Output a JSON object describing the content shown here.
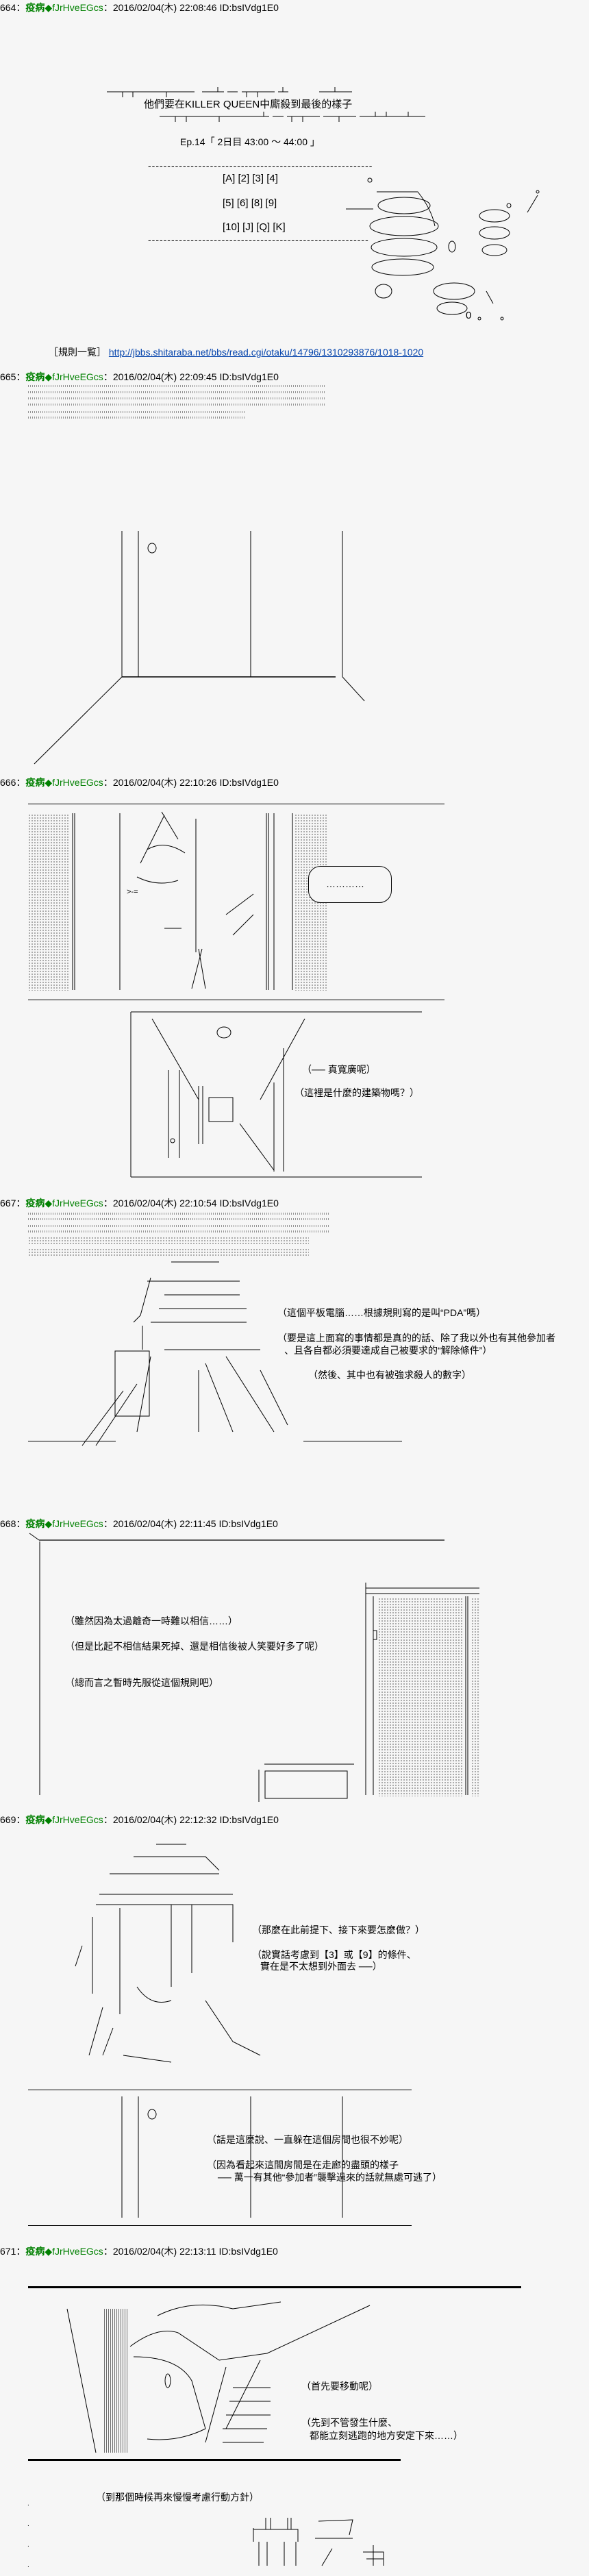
{
  "common": {
    "name": "疫病",
    "trip": "◆fJrHveEGcs",
    "id": "ID:bsIVdg1E0",
    "sep": "："
  },
  "posts": [
    {
      "num": "664",
      "date": "2016/02/04(木) 22:08:46"
    },
    {
      "num": "665",
      "date": "2016/02/04(木) 22:09:45"
    },
    {
      "num": "666",
      "date": "2016/02/04(木) 22:10:26"
    },
    {
      "num": "667",
      "date": "2016/02/04(木) 22:10:54"
    },
    {
      "num": "668",
      "date": "2016/02/04(木) 22:11:45"
    },
    {
      "num": "669",
      "date": "2016/02/04(木) 22:12:32"
    },
    {
      "num": "671",
      "date": "2016/02/04(木) 22:13:11"
    }
  ],
  "p664": {
    "title": "他們要在KILLER QUEEN中廝殺到最後的樣子",
    "episode": "Ep.14「 2日目 43:00 ～ 44:00 」",
    "cards_row1": "[A]  [2]  [3]  [4]",
    "cards_row2": "[5]  [6]  [8]  [9]",
    "cards_row3": "[10]  [J]  [Q]  [K]",
    "rules_label": "［規則一覧］",
    "rules_url": "http://jbbs.shitaraba.net/bbs/read.cgi/otaku/14796/1310293876/1018-1020"
  },
  "p666": {
    "bubble": "…………",
    "line1": "（── 真寬廣呢）",
    "line2": "（這裡是什麼的建築物嗎？）"
  },
  "p667": {
    "line1": "（這個平板電腦……根據規則寫的是叫“PDA”嗎）",
    "line2a": "（要是這上面寫的事情都是真的的話、除了我以外也有其他參加者",
    "line2b": "、且各自都必須要達成自己被要求的“解除條件”）",
    "line3": "（然後、其中也有被強求殺人的數字）"
  },
  "p668": {
    "line1": "（雖然因為太過離奇一時難以相信……）",
    "line2": "（但是比起不相信結果死掉、還是相信後被人笑要好多了呢）",
    "line3": "（總而言之暫時先服從這個規則吧）"
  },
  "p669": {
    "line1": "（那麼在此前提下、接下來要怎麼做？）",
    "line2a": "（說實話考慮到【3】或【9】的條件、",
    "line2b": "實在是不太想到外面去 ──）",
    "line3": "（話是這麼說、一直躲在這個房間也很不妙呢）",
    "line4a": "（因為看起來這間房間是在走廊的盡頭的樣子",
    "line4b": "── 萬一有其他“參加者”襲擊過來的話就無處可逃了）"
  },
  "p671": {
    "line1": "（首先要移動呢）",
    "line2a": "（先到不管發生什麼、",
    "line2b": "都能立刻逃跑的地方安定下來……）",
    "line3": "（到那個時候再來慢慢考慮行動方針）"
  }
}
